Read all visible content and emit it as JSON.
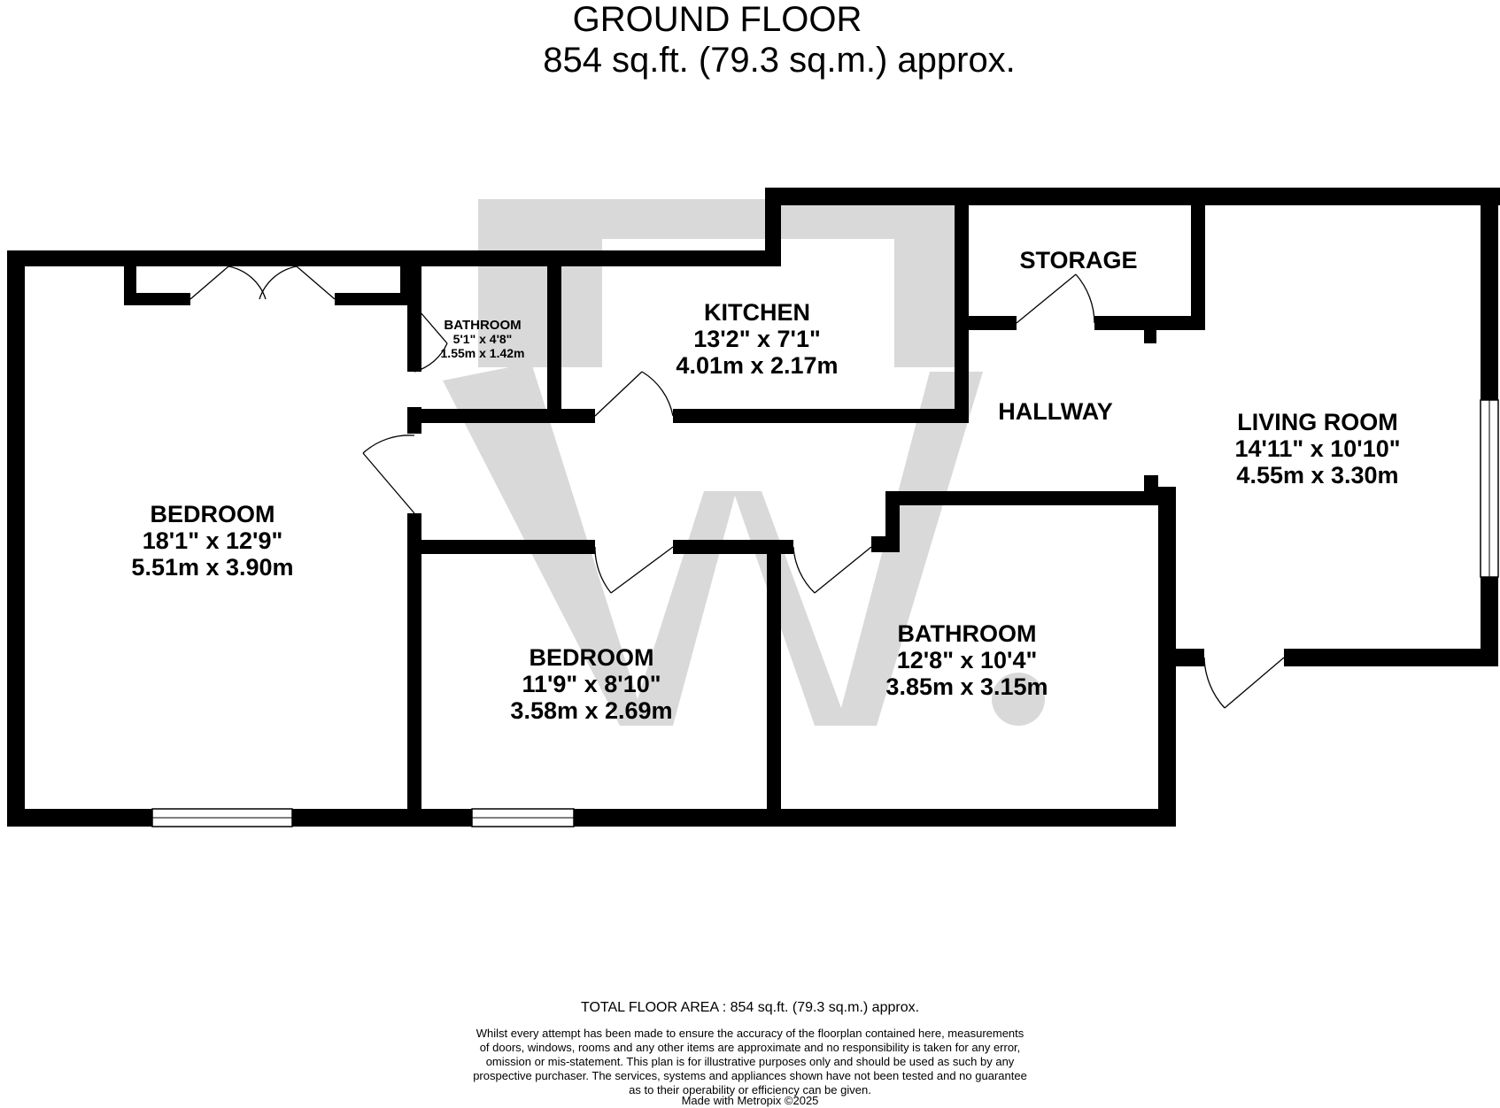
{
  "header": {
    "title": "GROUND FLOOR",
    "subtitle": "854 sq.ft. (79.3 sq.m.) approx."
  },
  "rooms": {
    "bedroom_large": {
      "name": "BEDROOM",
      "imperial": "18'1\"  x 12'9\"",
      "metric": "5.51m  x 3.90m"
    },
    "bathroom_small": {
      "name": "BATHROOM",
      "imperial": "5'1\"  x 4'8\"",
      "metric": "1.55m  x 1.42m"
    },
    "kitchen": {
      "name": "KITCHEN",
      "imperial": "13'2\"  x 7'1\"",
      "metric": "4.01m  x 2.17m"
    },
    "storage": {
      "name": "STORAGE"
    },
    "hallway": {
      "name": "HALLWAY"
    },
    "living_room": {
      "name": "LIVING ROOM",
      "imperial": "14'11\"  x 10'10\"",
      "metric": "4.55m  x 3.30m"
    },
    "bedroom_small": {
      "name": "BEDROOM",
      "imperial": "11'9\"  x 8'10\"",
      "metric": "3.58m  x 2.69m"
    },
    "bathroom_large": {
      "name": "BATHROOM",
      "imperial": "12'8\"  x 10'4\"",
      "metric": "3.85m  x 3.15m"
    }
  },
  "footer": {
    "total": "TOTAL FLOOR AREA : 854 sq.ft. (79.3 sq.m.) approx.",
    "disclaimer": [
      "Whilst every attempt has been made to ensure the accuracy of the floorplan contained here, measurements",
      "of doors, windows, rooms and any other items are approximate and no responsibility is taken for any error,",
      "omission or mis-statement. This plan is for illustrative purposes only and should be used as such by any",
      "prospective purchaser. The services, systems and appliances shown have not been tested and no guarantee",
      "as to their operability or efficiency can be given."
    ],
    "made_with": "Made with Metropix ©2025"
  },
  "colors": {
    "wall": "#000000",
    "watermark": "#d9d9d9",
    "background": "#ffffff"
  }
}
